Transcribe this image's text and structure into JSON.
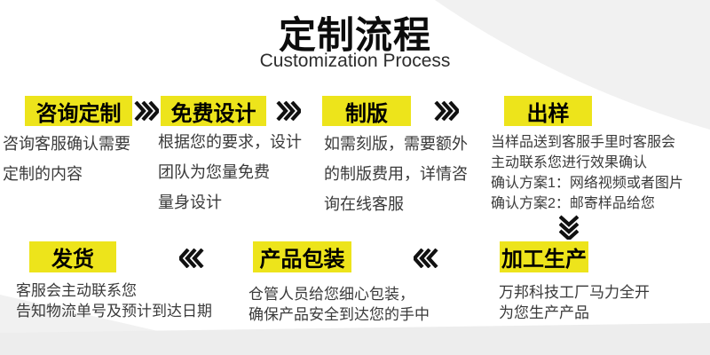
{
  "page": {
    "title": "定制流程",
    "subtitle": "Customization Process"
  },
  "colors": {
    "highlight_yellow": "#ede41b",
    "swoosh_grey": "#f1f1f1",
    "band_grey": "#ededed",
    "body_text": "#3a3a3a",
    "arrow_black": "#111111"
  },
  "icons": {
    "arrow_right": "triple-chevron-right",
    "arrow_left": "triple-chevron-left",
    "arrow_down": "triple-chevron-down"
  },
  "steps_row1": [
    {
      "label": "咨询定制",
      "lines": [
        "咨询客服确认需要",
        "定制的内容"
      ]
    },
    {
      "label": "免费设计",
      "lines": [
        "根据您的要求，设计",
        "团队为您量免费",
        "量身设计"
      ]
    },
    {
      "label": "制版",
      "lines": [
        "如需刻版，需要额外",
        "的制版费用，详情咨",
        "询在线客服"
      ]
    },
    {
      "label": "出样",
      "lines": [
        "当样品送到客服手里时客服会",
        "主动联系您进行效果确认",
        "确认方案1：网络视频或者图片",
        "确认方案2：邮寄样品给您"
      ]
    }
  ],
  "steps_row2": [
    {
      "label": "发货",
      "lines": [
        "客服会主动联系您",
        "告知物流单号及预计到达日期"
      ]
    },
    {
      "label": "产品包装",
      "lines": [
        "仓管人员给您细心包装，",
        "确保产品安全到达您的手中"
      ]
    },
    {
      "label": "加工生产",
      "lines": [
        "万邦科技工厂马力全开",
        "为您生产产品"
      ]
    }
  ]
}
